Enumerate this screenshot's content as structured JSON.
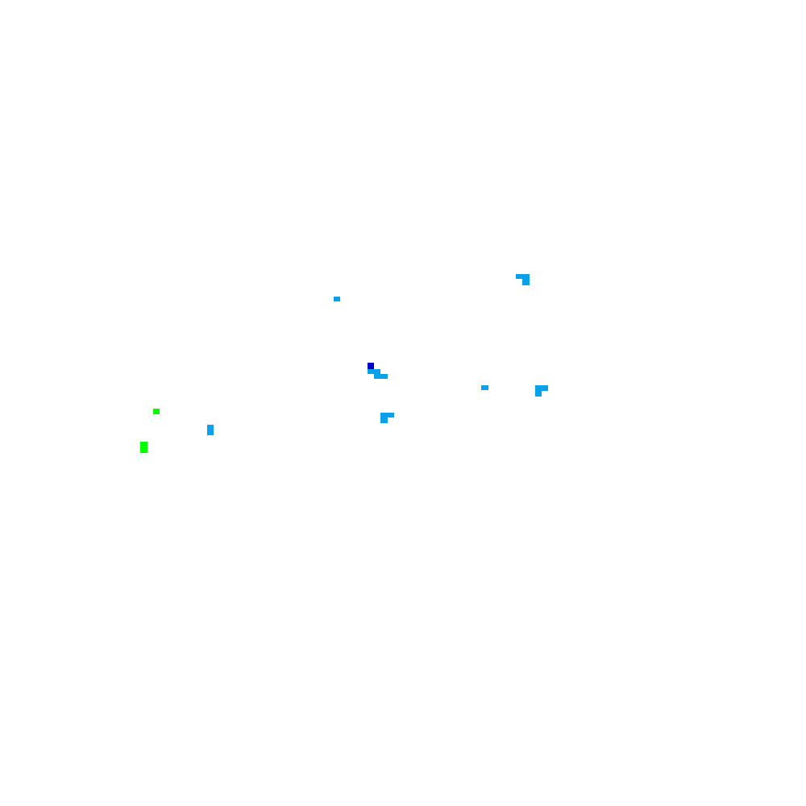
{
  "palette": {
    "background": "#ffffff",
    "light_blue": "#0ba0ea",
    "dark_blue": "#0000cc",
    "green": "#00ff00"
  },
  "marks": [
    {
      "name": "blue-cluster-top-right",
      "color": "light_blue"
    },
    {
      "name": "blue-dot-upper-middle",
      "color": "light_blue"
    },
    {
      "name": "dark-blue-pixel-center",
      "color": "dark_blue"
    },
    {
      "name": "blue-cluster-center",
      "color": "light_blue"
    },
    {
      "name": "blue-dot-right-middle",
      "color": "light_blue"
    },
    {
      "name": "blue-cluster-right",
      "color": "light_blue"
    },
    {
      "name": "blue-cluster-center-low",
      "color": "light_blue"
    },
    {
      "name": "blue-mark-left",
      "color": "light_blue"
    },
    {
      "name": "green-dot-left",
      "color": "green"
    },
    {
      "name": "green-mark-far-left",
      "color": "green"
    }
  ]
}
